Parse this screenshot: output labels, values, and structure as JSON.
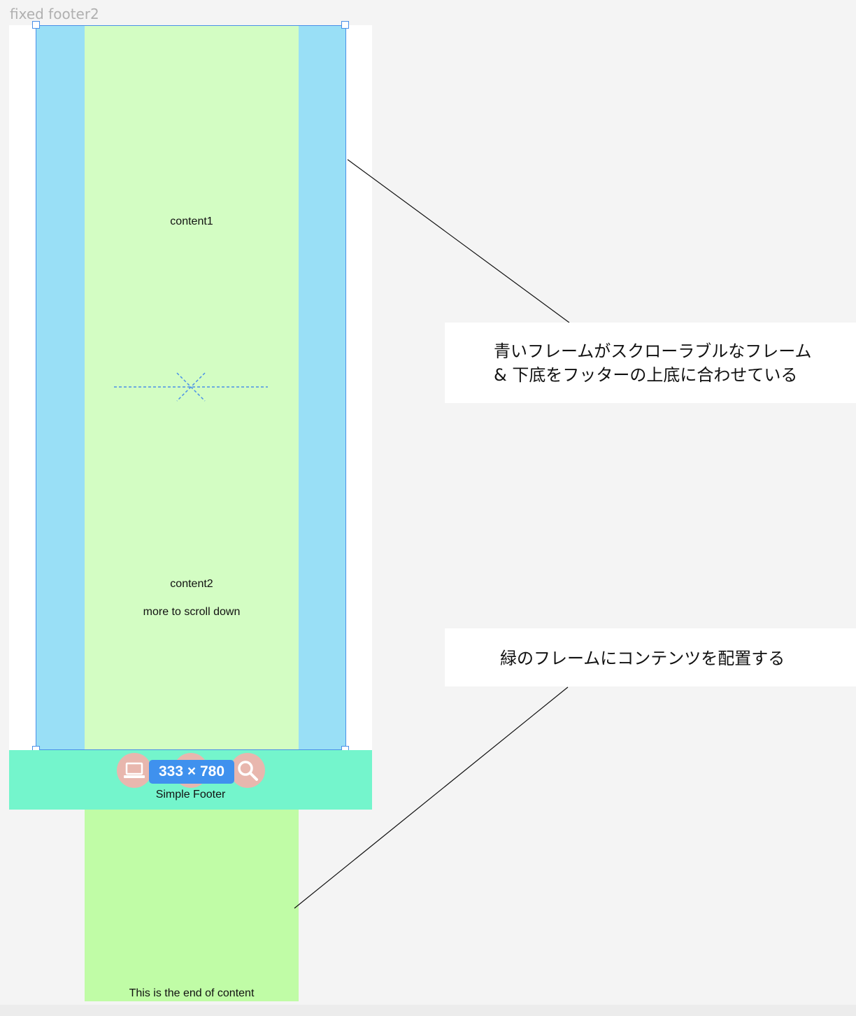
{
  "frame": {
    "title": "fixed footer2"
  },
  "content": {
    "content1": "content1",
    "content2": "content2",
    "more": "more to scroll down",
    "end": "This is the end of content"
  },
  "footer": {
    "label": "Simple Footer",
    "icons": [
      "laptop-icon",
      "chat-icon",
      "search-icon"
    ]
  },
  "selection": {
    "size_label": "333 × 780"
  },
  "annotations": [
    {
      "lines": [
        "青いフレームがスクローラブルなフレーム",
        "& 下底をフッターの上底に合わせている"
      ]
    },
    {
      "lines": [
        "緑のフレームにコンテンツを配置する"
      ]
    }
  ],
  "colors": {
    "canvas": "#f4f4f4",
    "blue_frame": "#99dff6",
    "green_frame": "#d3fdc3",
    "green_bottom": "#c0fca6",
    "footer": "#74f5cc",
    "selection": "#4a90e8",
    "icon_bg": "#e8b7ae"
  }
}
